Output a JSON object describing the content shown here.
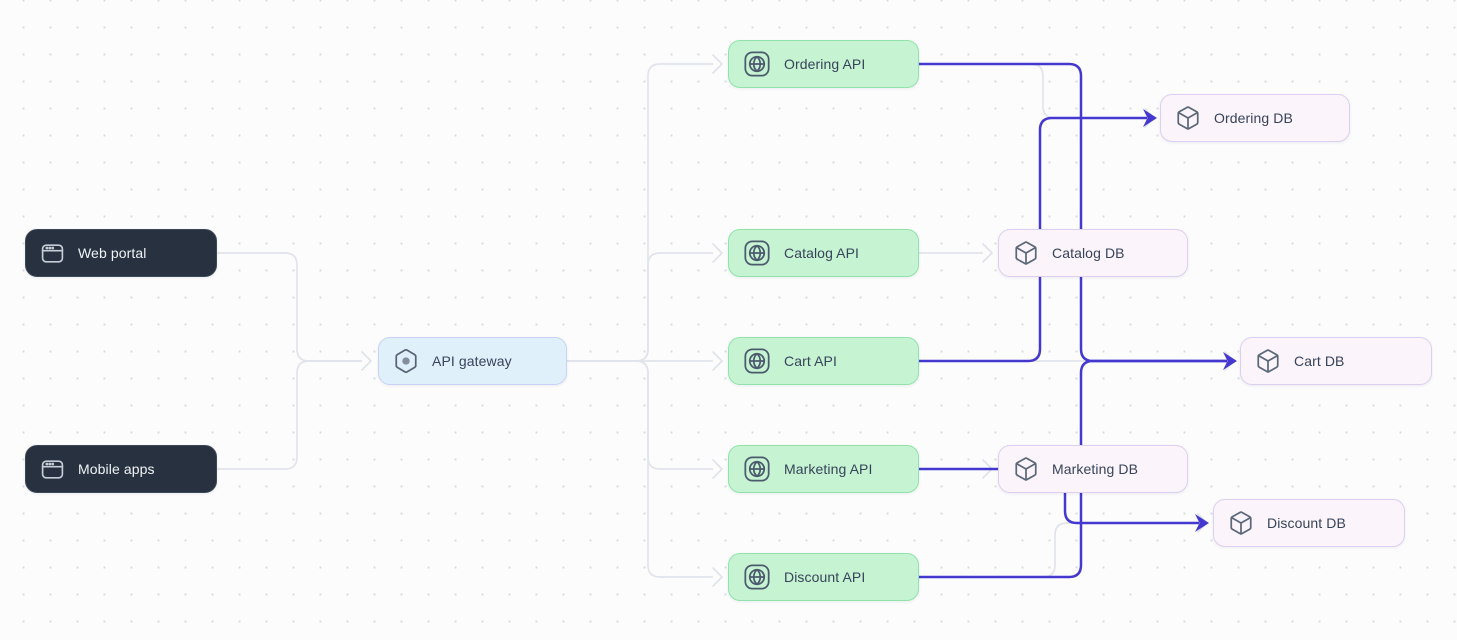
{
  "diagram": {
    "kind": "flow-canvas",
    "colors": {
      "background": "#fcfcfd",
      "grid_dot": "#d9dce1",
      "edge_inactive": "#e1e4ea",
      "edge_active": "#4438cf",
      "client_node_bg": "#27313f",
      "gateway_node_bg": "#e0f0fb",
      "api_node_bg": "#c6f4d2",
      "api_node_border": "#8fe3ab",
      "db_node_bg": "#fbf4fa",
      "db_node_border": "#dcd0f2"
    }
  },
  "nodes": [
    {
      "id": "web-portal",
      "label": "Web portal",
      "icon": "app-window-icon",
      "type": "client"
    },
    {
      "id": "mobile-apps",
      "label": "Mobile apps",
      "icon": "app-window-icon",
      "type": "client"
    },
    {
      "id": "api-gateway",
      "label": "API gateway",
      "icon": "hexagon-dot-icon",
      "type": "gateway"
    },
    {
      "id": "ordering-api",
      "label": "Ordering API",
      "icon": "globe-app-icon",
      "type": "api"
    },
    {
      "id": "catalog-api",
      "label": "Catalog API",
      "icon": "globe-app-icon",
      "type": "api"
    },
    {
      "id": "cart-api",
      "label": "Cart API",
      "icon": "globe-app-icon",
      "type": "api"
    },
    {
      "id": "marketing-api",
      "label": "Marketing API",
      "icon": "globe-app-icon",
      "type": "api"
    },
    {
      "id": "discount-api",
      "label": "Discount API",
      "icon": "globe-app-icon",
      "type": "api"
    },
    {
      "id": "ordering-db",
      "label": "Ordering DB",
      "icon": "box-icon",
      "type": "db"
    },
    {
      "id": "catalog-db",
      "label": "Catalog DB",
      "icon": "box-icon",
      "type": "db"
    },
    {
      "id": "cart-db",
      "label": "Cart DB",
      "icon": "box-icon",
      "type": "db"
    },
    {
      "id": "marketing-db",
      "label": "Marketing DB",
      "icon": "box-icon",
      "type": "db"
    },
    {
      "id": "discount-db",
      "label": "Discount DB",
      "icon": "box-icon",
      "type": "db"
    }
  ],
  "edges": [
    {
      "from": "web-portal",
      "to": "api-gateway",
      "state": "inactive"
    },
    {
      "from": "mobile-apps",
      "to": "api-gateway",
      "state": "inactive"
    },
    {
      "from": "api-gateway",
      "to": "ordering-api",
      "state": "inactive"
    },
    {
      "from": "api-gateway",
      "to": "catalog-api",
      "state": "inactive"
    },
    {
      "from": "api-gateway",
      "to": "cart-api",
      "state": "inactive"
    },
    {
      "from": "api-gateway",
      "to": "marketing-api",
      "state": "inactive"
    },
    {
      "from": "api-gateway",
      "to": "discount-api",
      "state": "inactive"
    },
    {
      "from": "ordering-api",
      "to": "ordering-db",
      "state": "inactive"
    },
    {
      "from": "catalog-api",
      "to": "catalog-db",
      "state": "inactive"
    },
    {
      "from": "cart-api",
      "to": "cart-db",
      "state": "inactive"
    },
    {
      "from": "marketing-api",
      "to": "marketing-db",
      "state": "inactive"
    },
    {
      "from": "discount-api",
      "to": "discount-db",
      "state": "inactive"
    },
    {
      "from": "ordering-api",
      "to": "cart-db",
      "state": "active"
    },
    {
      "from": "discount-api",
      "to": "cart-db",
      "state": "active"
    },
    {
      "from": "cart-api",
      "to": "ordering-db",
      "state": "active"
    },
    {
      "from": "marketing-api",
      "to": "discount-db",
      "state": "active"
    }
  ]
}
